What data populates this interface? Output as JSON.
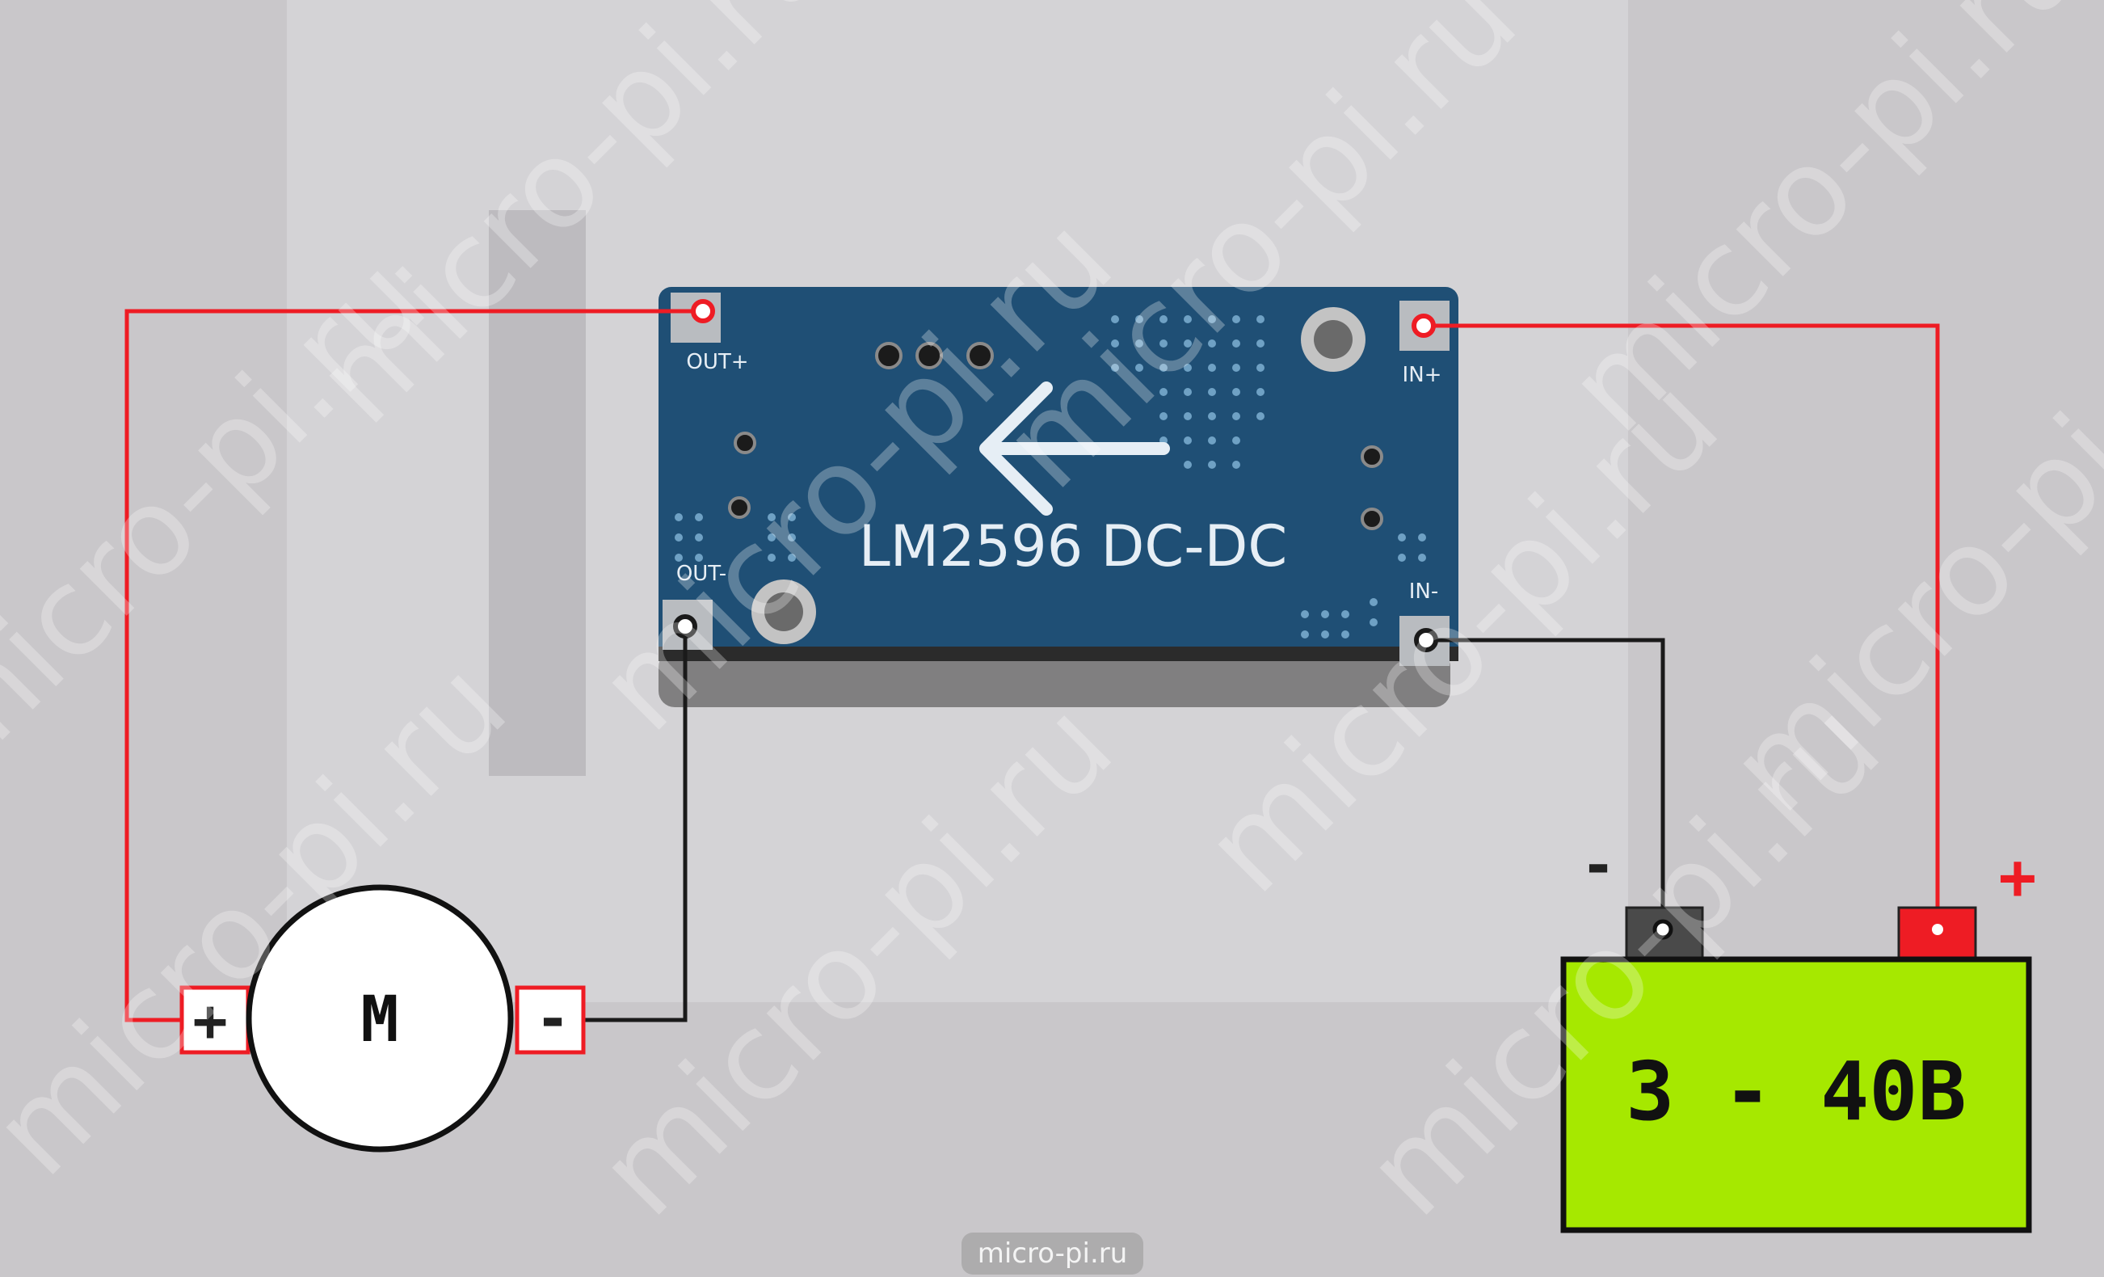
{
  "board": {
    "name": "LM2596 DC-DC",
    "pins": {
      "out_plus": "OUT+",
      "out_minus": "OUT-",
      "in_plus": "IN+",
      "in_minus": "IN-"
    }
  },
  "motor": {
    "label": "M",
    "plus": "+",
    "minus": "-"
  },
  "battery": {
    "label": "3 - 40В",
    "minus": "-",
    "plus": "+"
  },
  "watermark": "micro-pi.ru",
  "footer": "micro-pi.ru",
  "colors": {
    "background": "#c9c7ca",
    "board": "#1f4f75",
    "wire_positive": "#ee1c24",
    "wire_negative": "#1a1a1a",
    "battery": "#a6e800",
    "terminal_positive": "#ee1c24",
    "terminal_negative": "#4a4a4a"
  }
}
